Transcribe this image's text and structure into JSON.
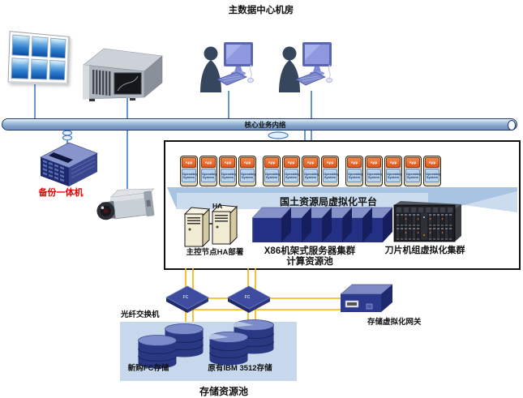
{
  "title": "主数据中心机房",
  "bus": {
    "label": "核心业务内络"
  },
  "backup": {
    "label": "备份一体机"
  },
  "platform": {
    "vm_count": 13,
    "vm": {
      "app": "App",
      "os_line1": "Operating",
      "os_line2": "System"
    },
    "platform_label": "国土资源局虚拟化平台",
    "ha_tag": "HA",
    "ha_label": "主控节点HA部署",
    "x86_label_line1": "X86机架式服务器集群",
    "x86_label_line2": "计算资源池",
    "blade_label": "刀片机组虚拟化集群"
  },
  "san": {
    "fc_switch_label": "光纤交换机",
    "fc_tag": "FC",
    "gateway_label": "存储虚拟化网关"
  },
  "storage": {
    "new_fc_label": "新购FC存储",
    "ibm_label": "原有IBM 3512存储",
    "pool_label": "存储资源池"
  }
}
